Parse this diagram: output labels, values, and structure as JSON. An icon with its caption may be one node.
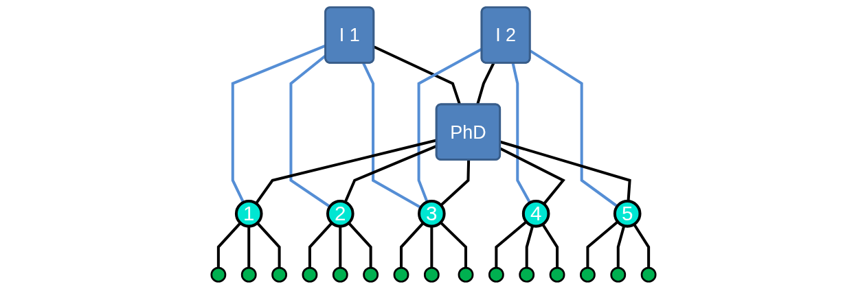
{
  "diagram": {
    "nodes": [
      {
        "text": [
          "I 1"
        ]
      },
      {
        "text": [
          "I 2"
        ]
      },
      {
        "text": [
          "PhD"
        ]
      },
      {
        "text": [
          "1"
        ]
      },
      {
        "text": [
          "2"
        ]
      },
      {
        "text": [
          "3"
        ]
      },
      {
        "text": [
          "4"
        ]
      },
      {
        "text": [
          "5"
        ]
      },
      {
        "text": [],
        "shape": "circle"
      },
      {
        "text": [],
        "shape": "circle"
      },
      {
        "text": [],
        "shape": "circle"
      },
      {
        "text": [],
        "shape": "circle"
      },
      {
        "text": [],
        "shape": "circle"
      },
      {
        "text": [],
        "shape": "circle"
      },
      {
        "text": [],
        "shape": "circle"
      },
      {
        "text": [],
        "shape": "circle"
      },
      {
        "text": [],
        "shape": "circle"
      },
      {
        "text": [],
        "shape": "circle"
      },
      {
        "text": [],
        "shape": "circle"
      },
      {
        "text": [],
        "shape": "circle"
      },
      {
        "text": [],
        "shape": "circle"
      },
      {
        "text": [],
        "shape": "circle"
      },
      {
        "text": [],
        "shape": "circle"
      }
    ],
    "edges": [
      {
        "from": 0,
        "to": 2,
        "arrow": "none"
      },
      {
        "from": 1,
        "to": 2,
        "arrow": "none"
      },
      {
        "from": 0,
        "to": 3,
        "arrow": "none",
        "color": "#558ed5"
      },
      {
        "from": 0,
        "to": 4,
        "arrow": "none",
        "color": "#558ed5"
      },
      {
        "from": 0,
        "to": 5,
        "arrow": "none",
        "color": "#558ed5"
      },
      {
        "from": 1,
        "to": 5,
        "arrow": "none",
        "color": "#558ed5"
      },
      {
        "from": 1,
        "to": 6,
        "arrow": "none",
        "color": "#558ed5"
      },
      {
        "from": 1,
        "to": 7,
        "arrow": "none",
        "color": "#558ed5"
      },
      {
        "from": 2,
        "to": 3,
        "arrow": "none"
      },
      {
        "from": 2,
        "to": 4,
        "arrow": "none"
      },
      {
        "from": 2,
        "to": 5,
        "arrow": "none"
      },
      {
        "from": 2,
        "to": 6,
        "arrow": "none"
      },
      {
        "from": 2,
        "to": 7,
        "arrow": "none"
      },
      {
        "from": 3,
        "to": 8,
        "arrow": "none"
      },
      {
        "from": 3,
        "to": 9,
        "arrow": "none"
      },
      {
        "from": 3,
        "to": 10,
        "arrow": "none"
      },
      {
        "from": 4,
        "to": 11,
        "arrow": "none"
      },
      {
        "from": 4,
        "to": 12,
        "arrow": "none"
      },
      {
        "from": 4,
        "to": 13,
        "arrow": "none"
      },
      {
        "from": 5,
        "to": 14,
        "arrow": "none"
      },
      {
        "from": 5,
        "to": 15,
        "arrow": "none"
      },
      {
        "from": 5,
        "to": 16,
        "arrow": "none"
      },
      {
        "from": 6,
        "to": 17,
        "arrow": "none"
      },
      {
        "from": 6,
        "to": 18,
        "arrow": "none"
      },
      {
        "from": 6,
        "to": 19,
        "arrow": "none"
      },
      {
        "from": 7,
        "to": 20,
        "arrow": "none"
      },
      {
        "from": 7,
        "to": 21,
        "arrow": "none"
      },
      {
        "from": 7,
        "to": 22,
        "arrow": "none"
      }
    ]
  }
}
